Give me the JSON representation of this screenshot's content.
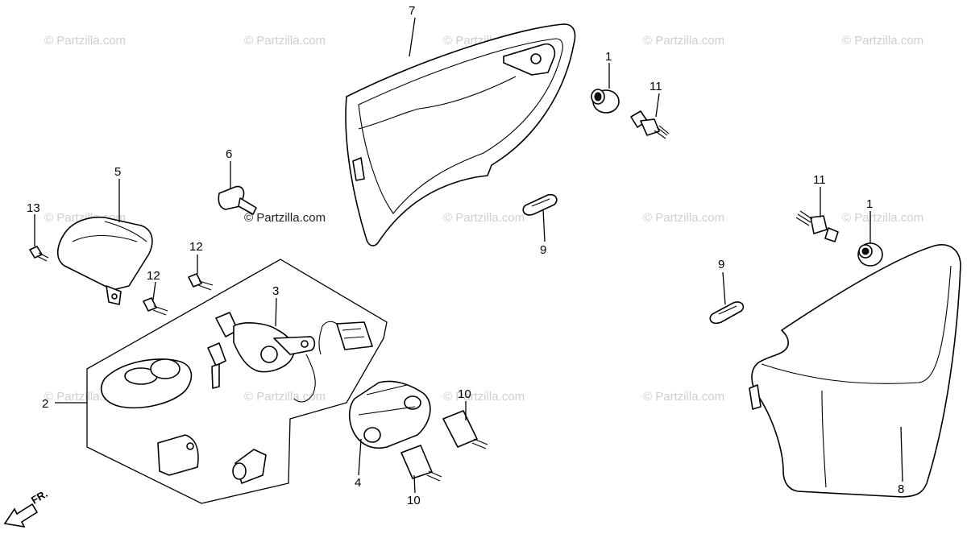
{
  "watermark": "© Partzilla.com",
  "direction_label": "FR.",
  "callouts": {
    "c1a": "1",
    "c1b": "1",
    "c2": "2",
    "c3": "3",
    "c4": "4",
    "c5": "5",
    "c6": "6",
    "c7": "7",
    "c8": "8",
    "c9a": "9",
    "c9b": "9",
    "c10a": "10",
    "c10b": "10",
    "c11a": "11",
    "c11b": "11",
    "c12a": "12",
    "c12b": "12",
    "c13": "13"
  }
}
